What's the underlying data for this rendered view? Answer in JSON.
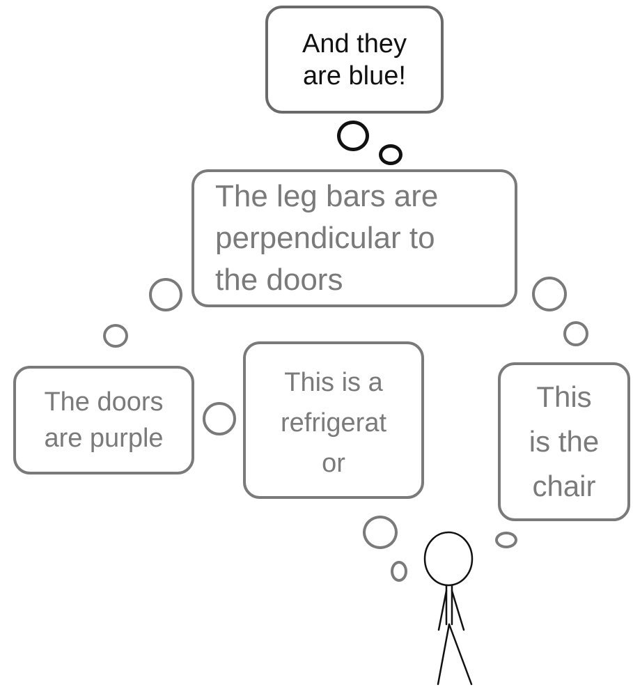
{
  "bubbles": {
    "top": {
      "text": "And they\nare blue!"
    },
    "middle": {
      "text": "The leg bars are\nperpendicular to\n the doors"
    },
    "left": {
      "text": "The doors\nare purple"
    },
    "center": {
      "text": "This is a\nrefrigerat\nor"
    },
    "right": {
      "text": "This\nis the\nchair"
    }
  },
  "colors": {
    "outline_gray": "#7a7a7a",
    "text_gray": "#7a7a7a",
    "text_dark": "#111111",
    "stick_figure": "#111111"
  }
}
